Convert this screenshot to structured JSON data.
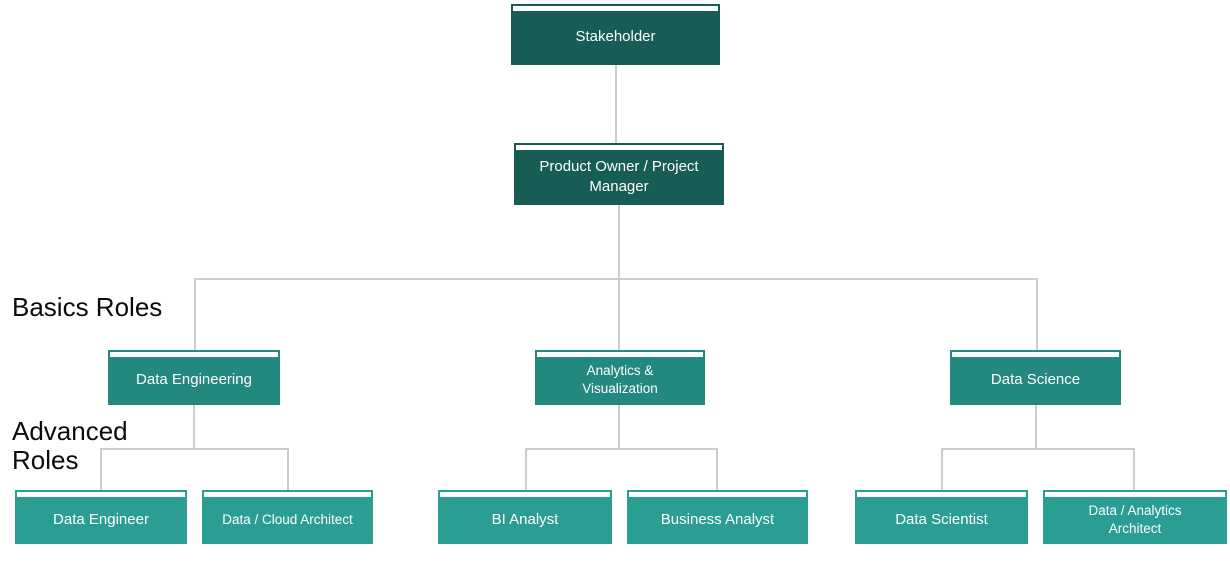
{
  "diagram": {
    "type": "org-chart",
    "section_labels": {
      "basics": "Basics Roles",
      "advanced": "Advanced Roles"
    },
    "nodes": {
      "stakeholder": {
        "label": "Stakeholder",
        "level": "top"
      },
      "product_owner": {
        "label": "Product Owner / Project Manager",
        "level": "top"
      },
      "data_engineering": {
        "label": "Data Engineering",
        "level": "basics"
      },
      "analytics_visualization": {
        "label": "Analytics & Visualization",
        "level": "basics"
      },
      "data_science": {
        "label": "Data Science",
        "level": "basics"
      },
      "data_engineer": {
        "label": "Data Engineer",
        "level": "advanced"
      },
      "data_cloud_architect": {
        "label": "Data / Cloud Architect",
        "level": "advanced"
      },
      "bi_analyst": {
        "label": "BI Analyst",
        "level": "advanced"
      },
      "business_analyst": {
        "label": "Business Analyst",
        "level": "advanced"
      },
      "data_scientist": {
        "label": "Data Scientist",
        "level": "advanced"
      },
      "data_analytics_architect": {
        "label": "Data / Analytics Architect",
        "level": "advanced"
      }
    },
    "edges": [
      {
        "from": "stakeholder",
        "to": "product_owner"
      },
      {
        "from": "product_owner",
        "to": "data_engineering"
      },
      {
        "from": "product_owner",
        "to": "analytics_visualization"
      },
      {
        "from": "product_owner",
        "to": "data_science"
      },
      {
        "from": "data_engineering",
        "to": "data_engineer"
      },
      {
        "from": "data_engineering",
        "to": "data_cloud_architect"
      },
      {
        "from": "analytics_visualization",
        "to": "bi_analyst"
      },
      {
        "from": "analytics_visualization",
        "to": "business_analyst"
      },
      {
        "from": "data_science",
        "to": "data_scientist"
      },
      {
        "from": "data_science",
        "to": "data_analytics_architect"
      }
    ]
  },
  "colors": {
    "node-dark": "#175d55",
    "node-mid": "#23887e",
    "node-light": "#2b9e93",
    "node-text": "#ffffff",
    "connector": "#cccccc",
    "label-text": "#0b0b0b"
  }
}
